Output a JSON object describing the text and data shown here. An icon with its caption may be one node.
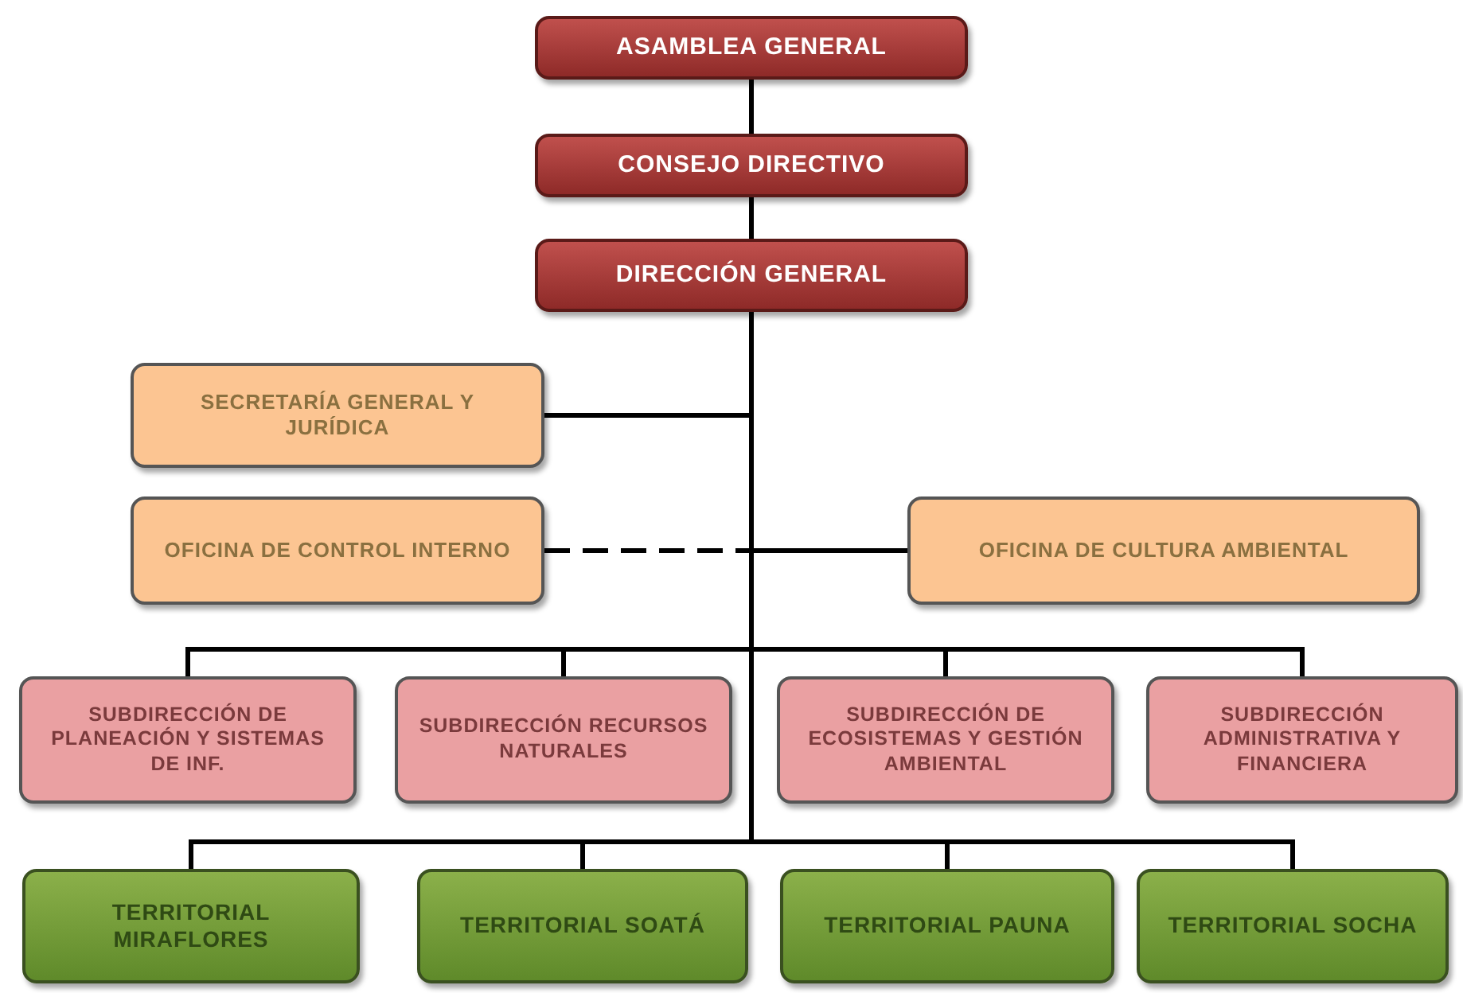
{
  "diagram": {
    "nodes": [
      {
        "text": [
          "ASAMBLEA GENERAL"
        ]
      },
      {
        "text": [
          "CONSEJO DIRECTIVO"
        ]
      },
      {
        "text": [
          "DIRECCIÓN GENERAL"
        ]
      },
      {
        "text": [
          "SECRETARÍA GENERAL Y JURÍDICA"
        ]
      },
      {
        "text": [
          "OFICINA DE CONTROL INTERNO"
        ]
      },
      {
        "text": [
          "OFICINA DE CULTURA AMBIENTAL"
        ]
      },
      {
        "text": [
          "SUBDIRECCIÓN DE PLANEACIÓN Y SISTEMAS DE INF."
        ]
      },
      {
        "text": [
          "SUBDIRECCIÓN RECURSOS NATURALES"
        ]
      },
      {
        "text": [
          "SUBDIRECCIÓN DE ECOSISTEMAS Y GESTIÓN AMBIENTAL"
        ]
      },
      {
        "text": [
          "SUBDIRECCIÓN ADMINISTRATIVA Y FINANCIERA"
        ]
      },
      {
        "text": [
          "TERRITORIAL MIRAFLORES"
        ]
      },
      {
        "text": [
          "TERRITORIAL SOATÁ"
        ]
      },
      {
        "text": [
          "TERRITORIAL PAUNA"
        ]
      },
      {
        "text": [
          "TERRITORIAL SOCHA"
        ]
      }
    ],
    "edges": [
      {
        "from": 0,
        "to": 1,
        "arrow": "none"
      },
      {
        "from": 1,
        "to": 2,
        "arrow": "none"
      },
      {
        "from": 2,
        "to": 3,
        "arrow": "none"
      },
      {
        "from": 2,
        "to": 4,
        "arrow": "none",
        "style": "dashed"
      },
      {
        "from": 2,
        "to": 5,
        "arrow": "none"
      },
      {
        "from": 2,
        "to": 6,
        "arrow": "none"
      },
      {
        "from": 2,
        "to": 7,
        "arrow": "none"
      },
      {
        "from": 2,
        "to": 8,
        "arrow": "none"
      },
      {
        "from": 2,
        "to": 9,
        "arrow": "none"
      },
      {
        "from": 2,
        "to": 10,
        "arrow": "none"
      },
      {
        "from": 2,
        "to": 11,
        "arrow": "none"
      },
      {
        "from": 2,
        "to": 12,
        "arrow": "none"
      },
      {
        "from": 2,
        "to": 13,
        "arrow": "none"
      }
    ]
  }
}
